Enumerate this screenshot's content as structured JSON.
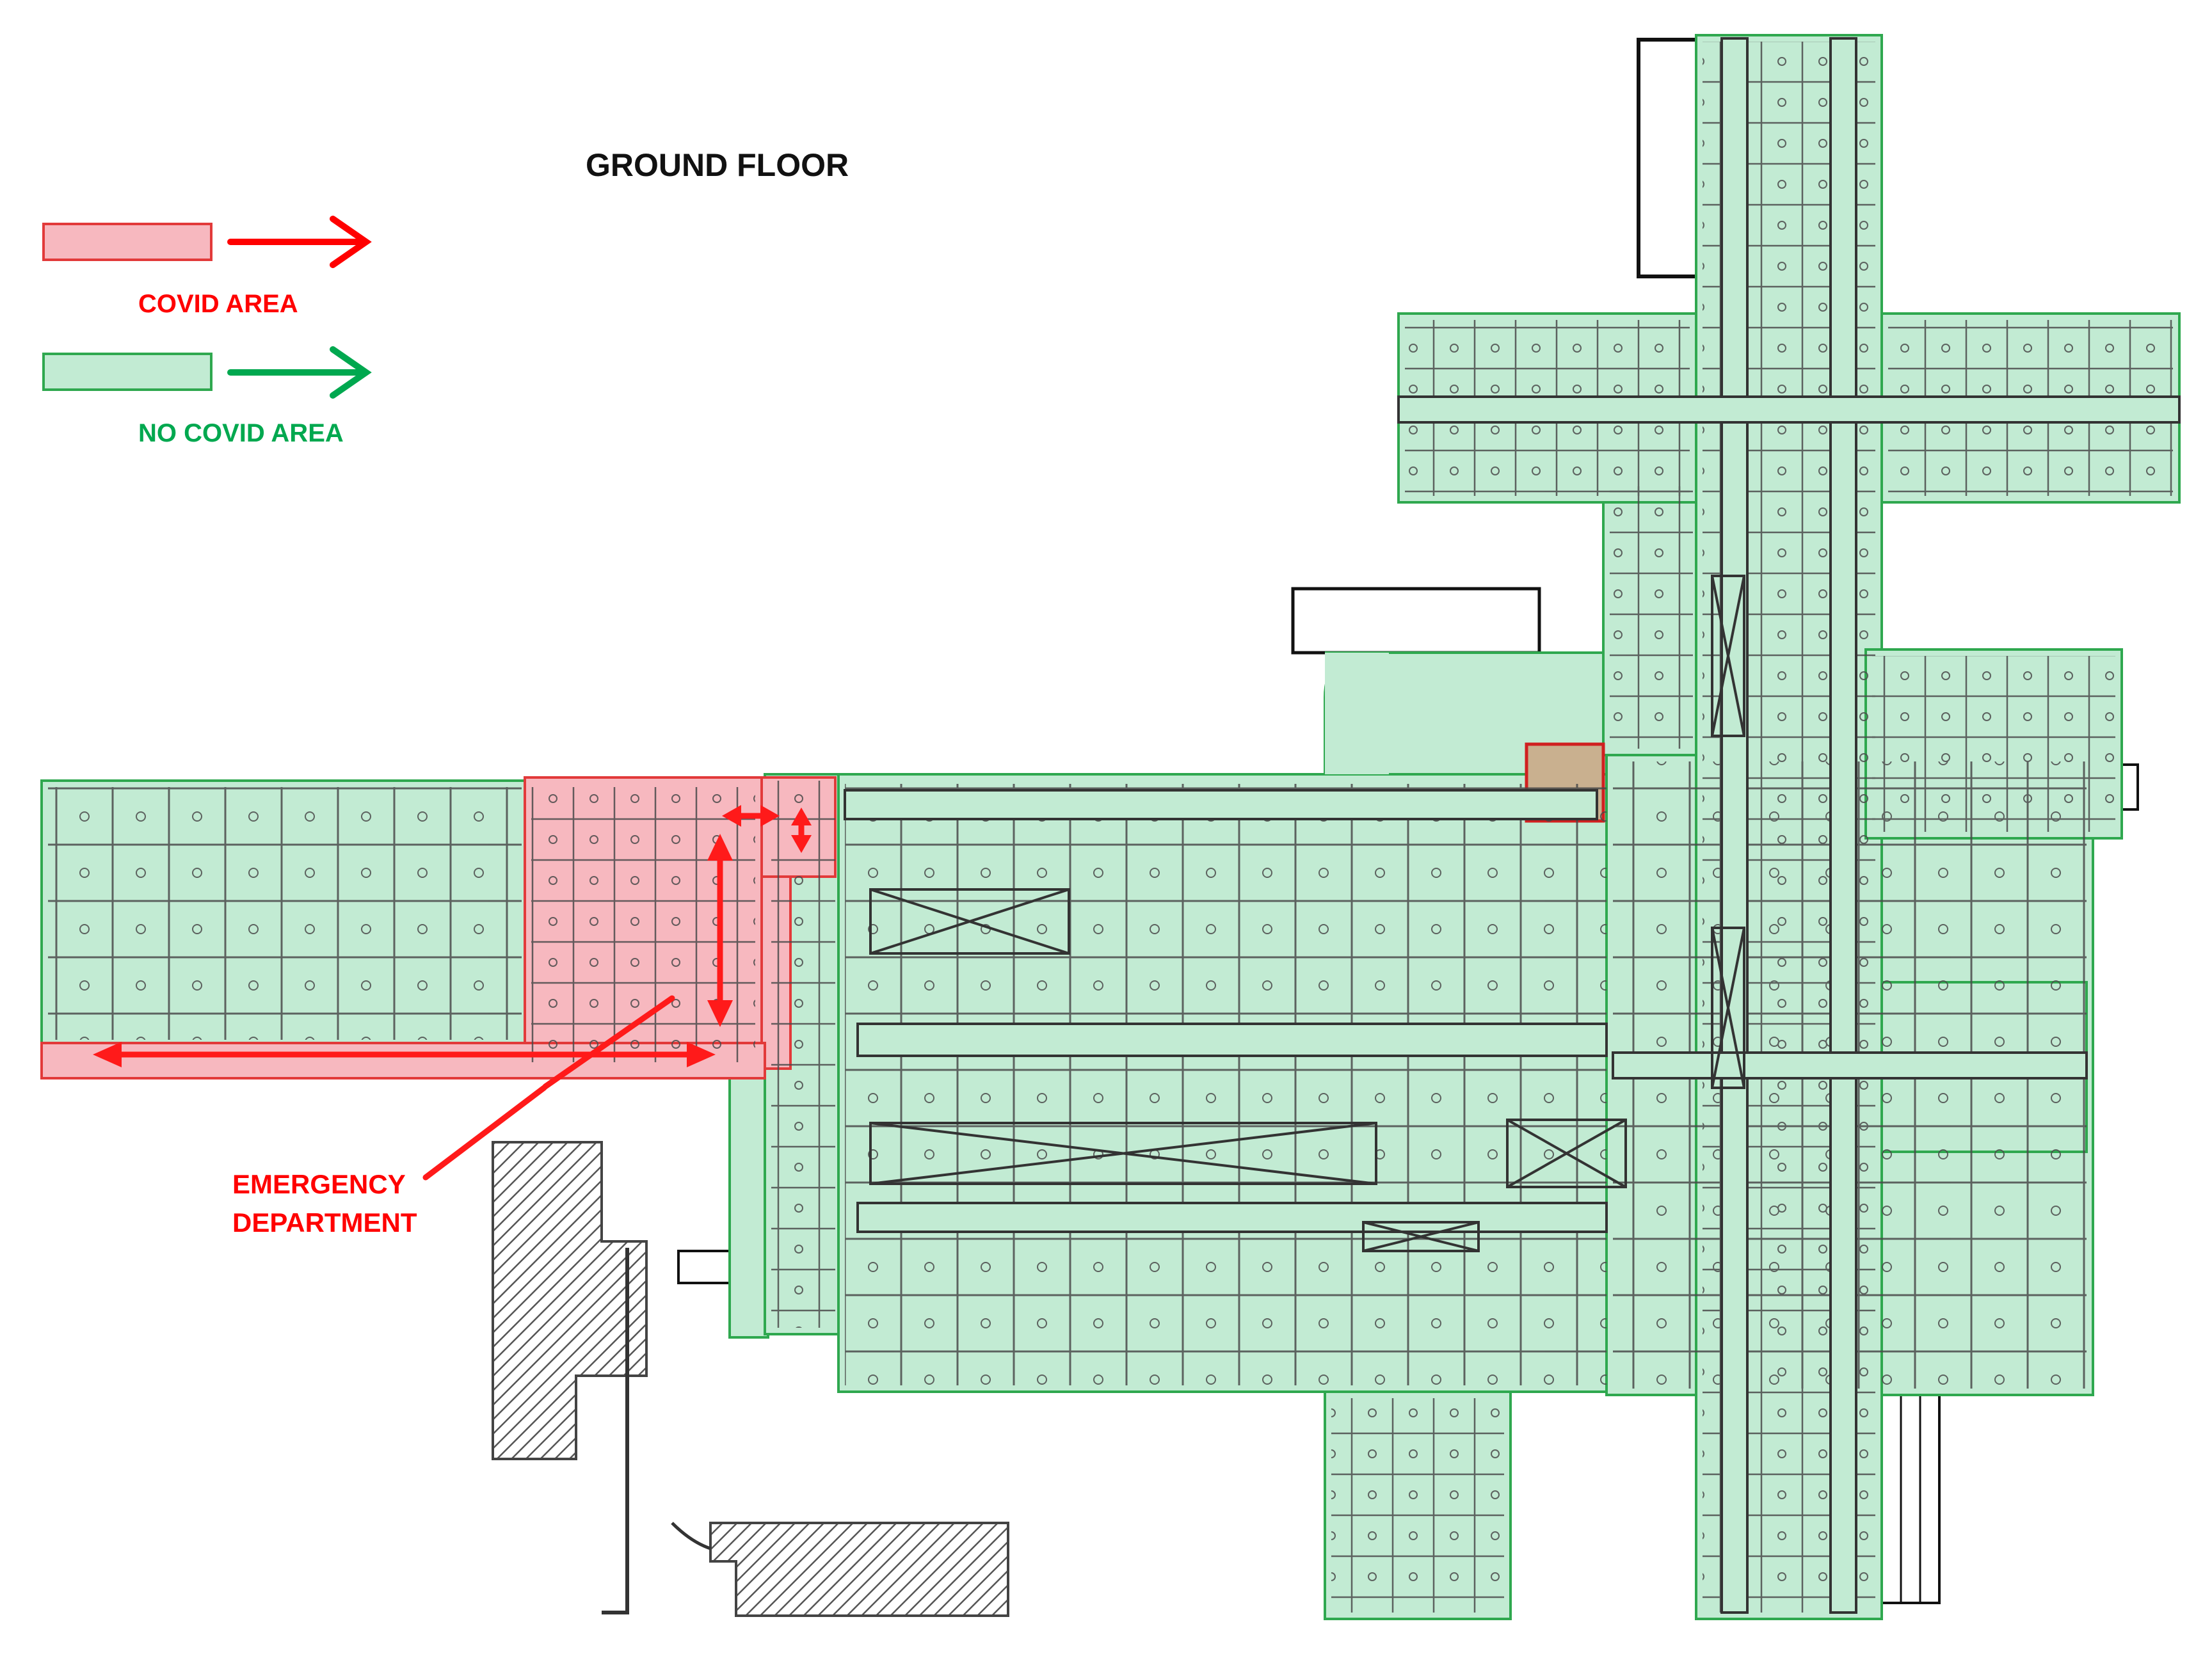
{
  "title": "GROUND FLOOR",
  "legend": [
    {
      "label": "COVID AREA",
      "color": "#ff0000",
      "fill": "#f7b8bf"
    },
    {
      "label": "NO COVID AREA",
      "color": "#00a84f",
      "fill": "#c2ebd3"
    }
  ],
  "annotation": {
    "lines": [
      "EMERGENCY",
      "DEPARTMENT"
    ],
    "color": "#ff0000"
  },
  "colors": {
    "covid_fill": "#f7b8bf",
    "covid_stroke": "#e23a3a",
    "nocovid_fill": "#c2ebd3",
    "nocovid_stroke": "#2fa84f",
    "wall": "#333333",
    "hatch": "#555555"
  }
}
